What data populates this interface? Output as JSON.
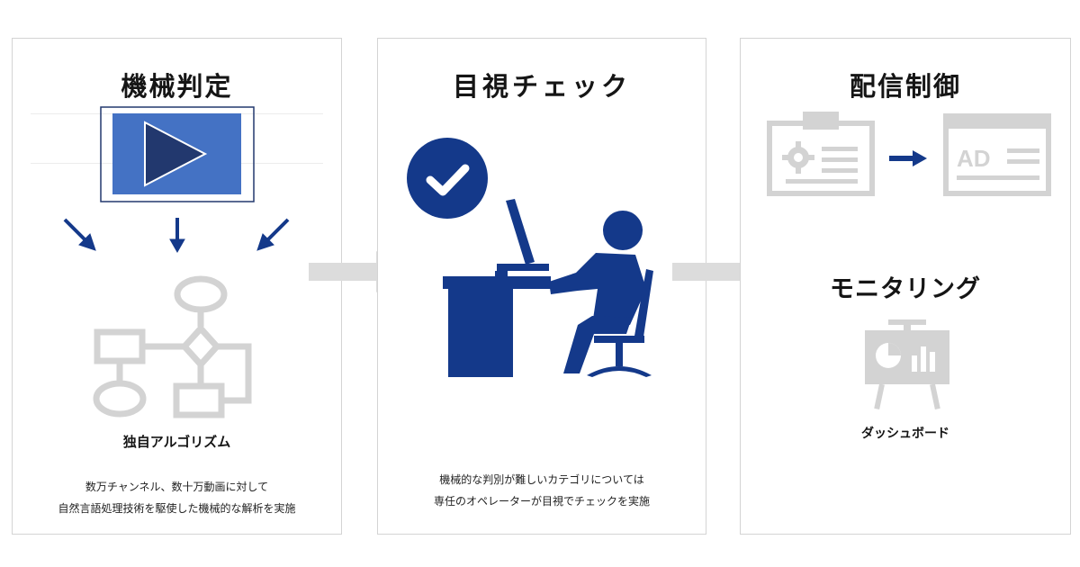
{
  "steps": [
    {
      "title": "機械判定",
      "sublabel": "独自アルゴリズム",
      "description_lines": [
        "数万チャンネル、数十万動画に対して",
        "自然言語処理技術を駆使した機械的な解析を実施"
      ]
    },
    {
      "title": "目視チェック",
      "description_lines": [
        "機械的な判別が難しいカテゴリについては",
        "専任のオペレーターが目視でチェックを実施"
      ]
    },
    {
      "title": "配信制御",
      "ad_label": "AD",
      "monitoring_label": "モニタリング",
      "dashboard_label": "ダッシュボード"
    }
  ],
  "colors": {
    "primary_blue": "#14398a",
    "video_blue": "#4472c4",
    "video_dark": "#22386e",
    "icon_gray": "#d3d3d3",
    "arrow_gray": "#dcdcdc"
  },
  "icons": [
    "play-video-icon",
    "flowchart-icon",
    "check-circle-icon",
    "operator-at-desk-icon",
    "settings-document-icon",
    "ad-window-icon",
    "presentation-board-icon"
  ]
}
